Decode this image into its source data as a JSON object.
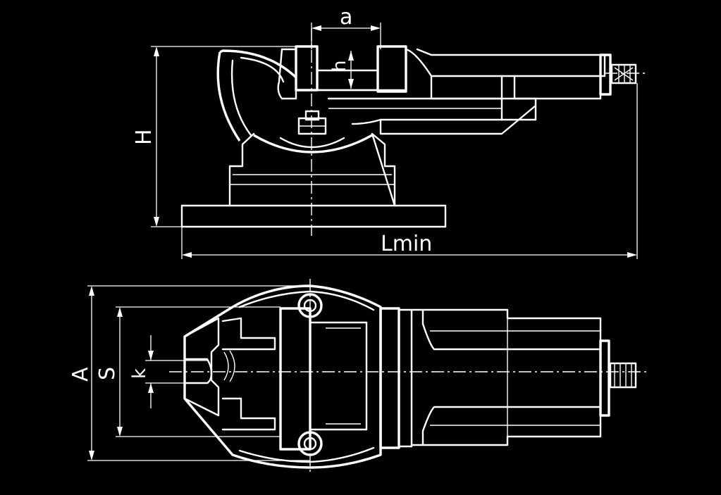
{
  "drawing": {
    "subject": "machine vice",
    "background_color": "#000000",
    "line_color": "#ffffff"
  },
  "dimensions": {
    "a": "a",
    "h": "h",
    "H": "H",
    "Lmin": "Lmin",
    "A": "A",
    "S": "S",
    "k": "k"
  }
}
